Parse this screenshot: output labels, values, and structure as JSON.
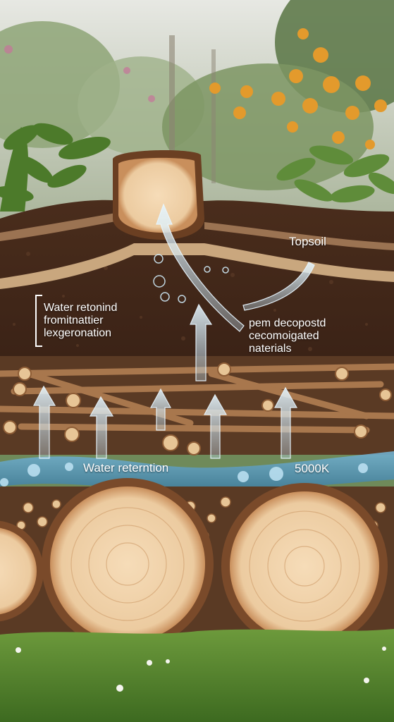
{
  "labels": {
    "topsoil": "Topsoil",
    "materials": [
      "pem decopostd",
      "cecomoigated",
      "naterials"
    ],
    "retention_left": [
      "Water retonind",
      "fromitnattier",
      "lexgeronation"
    ],
    "water_band": "Water reterntion",
    "band_value": "5000K"
  },
  "colors": {
    "sky": "#dfe3df",
    "foliage": "#6e8a57",
    "flowers": "#e39a2c",
    "soil_dark": "#3e2618",
    "soil_mid": "#5a3522",
    "wood_face": "#f0d3ad",
    "bark": "#7a4a2a",
    "water": "#5e9fc0",
    "arrow": "#cfe7f5",
    "grass": "#4f7e2c"
  }
}
